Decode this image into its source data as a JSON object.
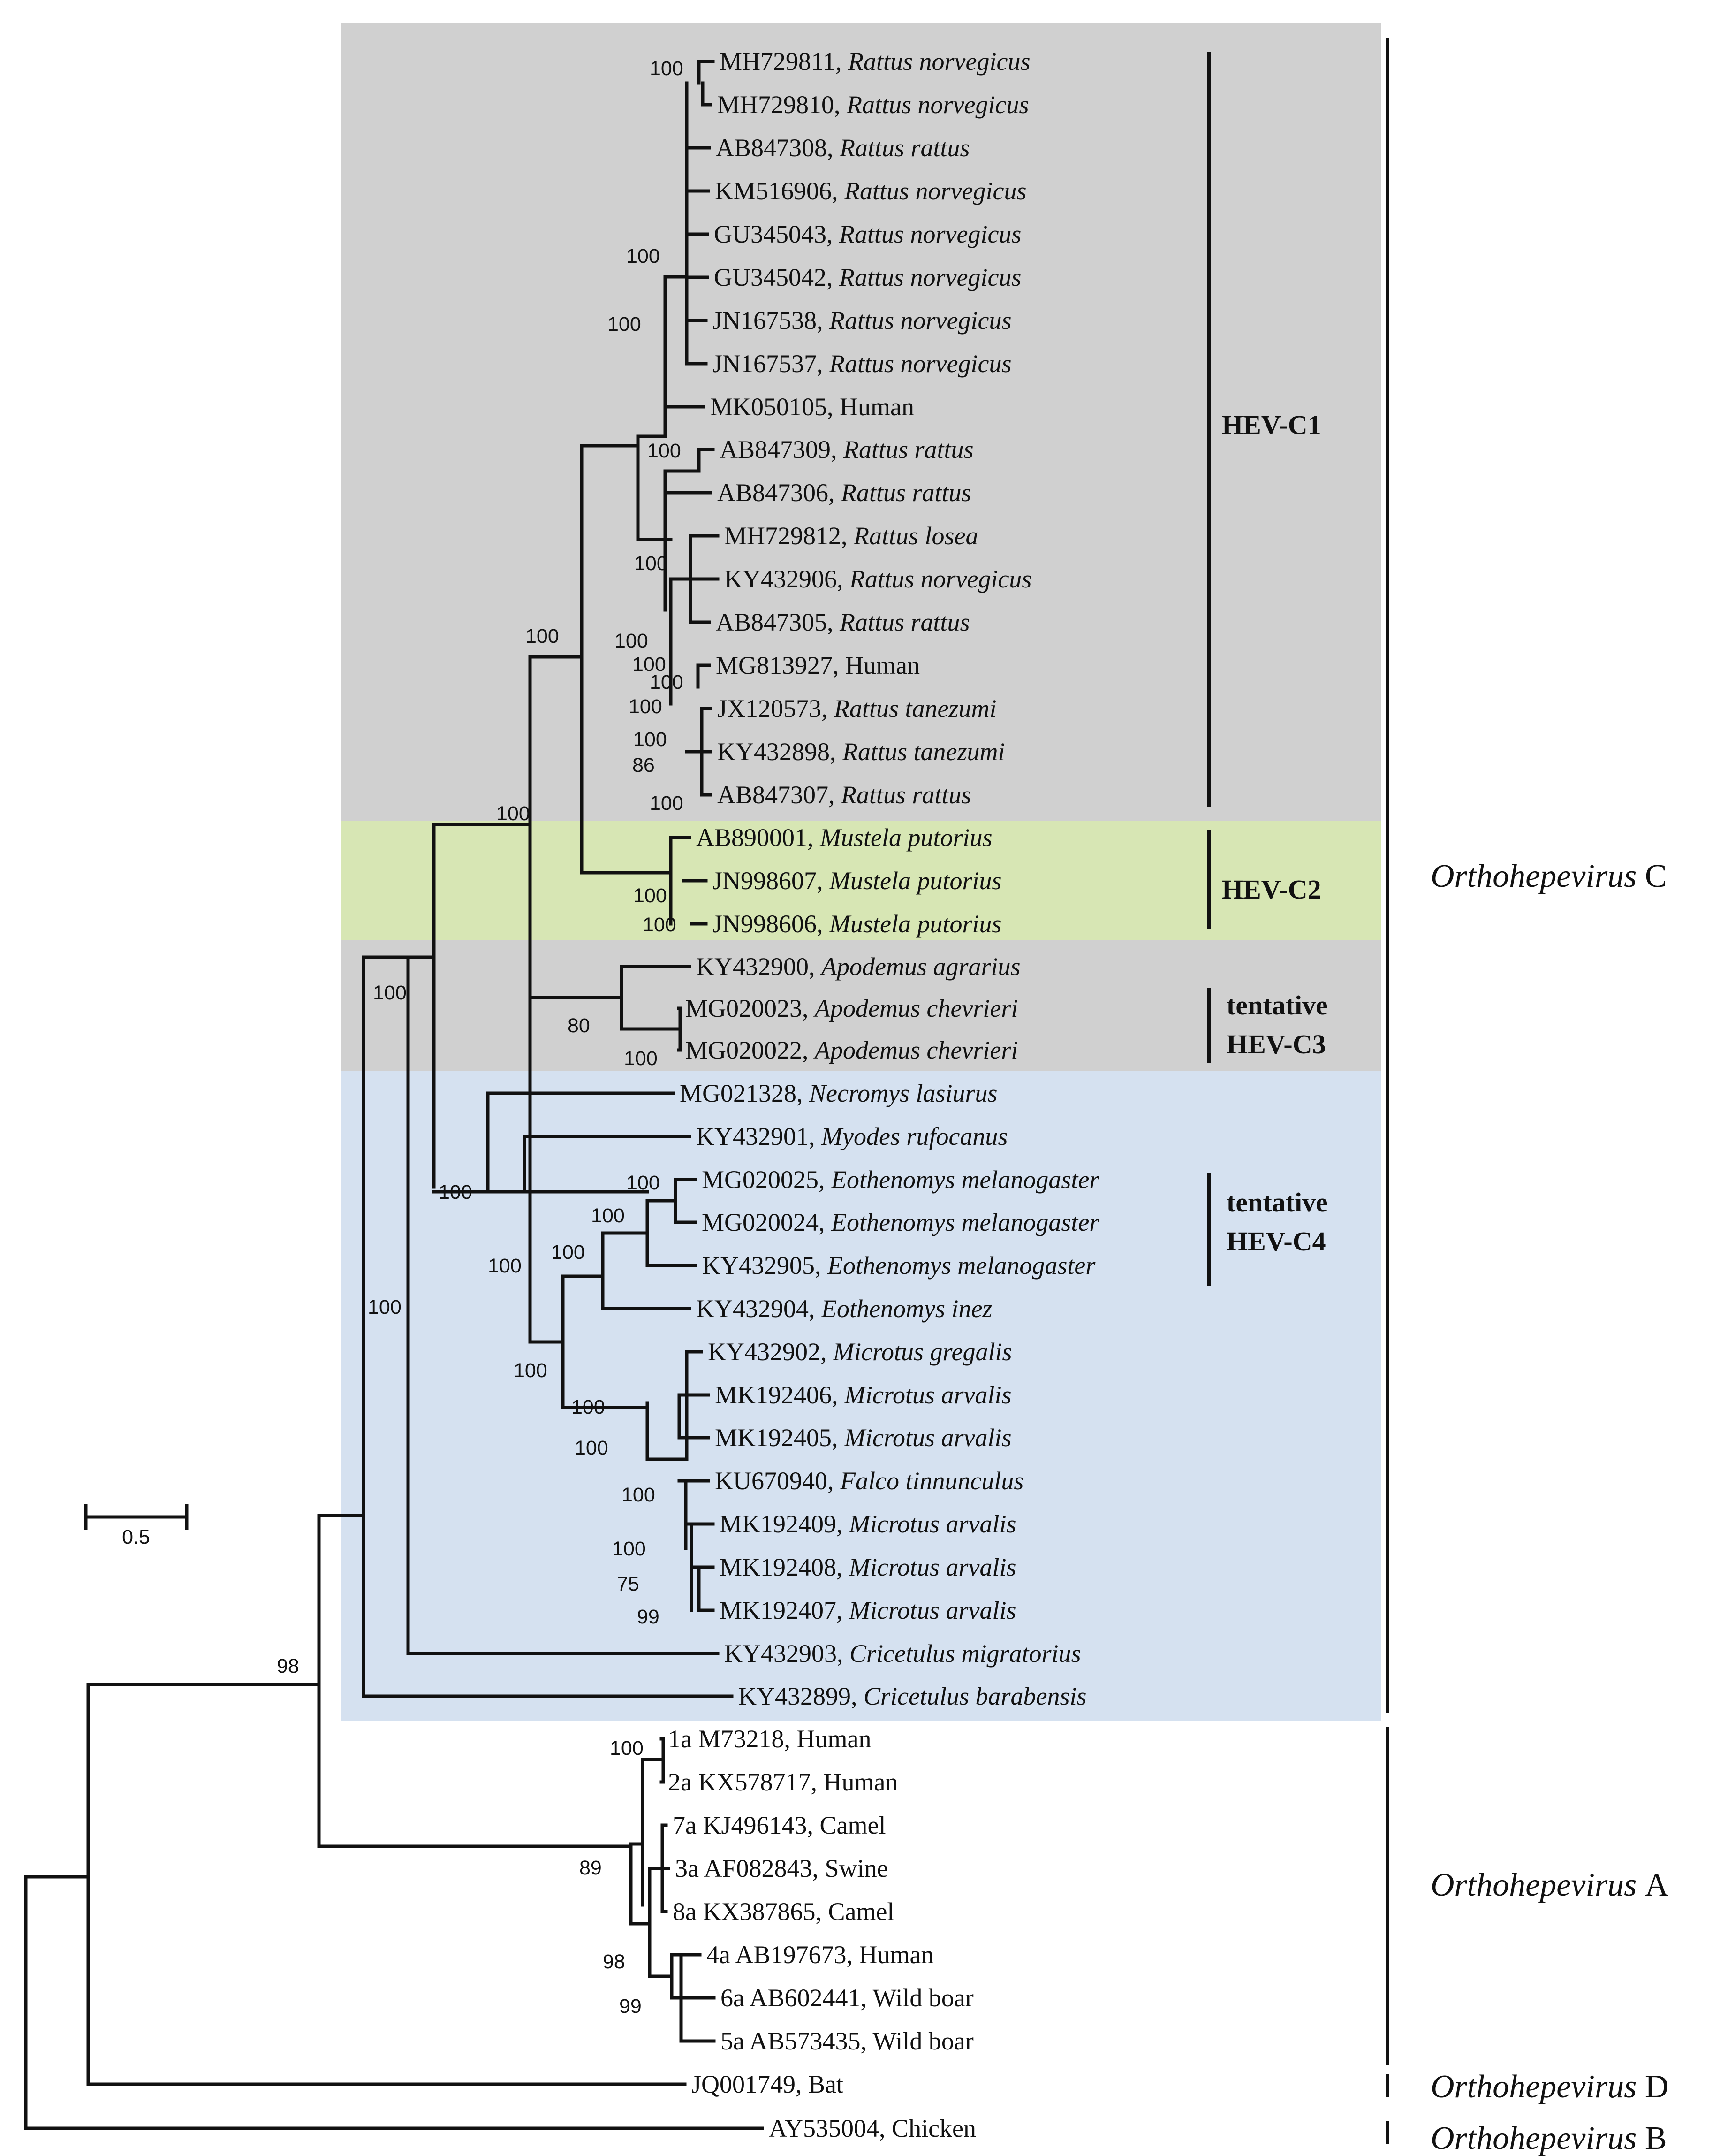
{
  "colors": {
    "hev_c1_bg": "#d0d0d0",
    "hev_c2_bg": "#d7e6b4",
    "hev_c3_bg": "#d0d0d0",
    "hev_c4_bg": "#d5e1f0",
    "line": "#111111"
  },
  "scale_bar": {
    "label": "0.5"
  },
  "tips": [
    {
      "acc": "MH729811",
      "host": "Rattus norvegicus",
      "host_italic": true
    },
    {
      "acc": "MH729810",
      "host": "Rattus norvegicus",
      "host_italic": true
    },
    {
      "acc": "AB847308",
      "host": "Rattus rattus",
      "host_italic": true
    },
    {
      "acc": "KM516906",
      "host": "Rattus norvegicus",
      "host_italic": true
    },
    {
      "acc": "GU345043",
      "host": "Rattus norvegicus",
      "host_italic": true
    },
    {
      "acc": "GU345042",
      "host": "Rattus norvegicus",
      "host_italic": true
    },
    {
      "acc": "JN167538",
      "host": "Rattus norvegicus",
      "host_italic": true
    },
    {
      "acc": "JN167537",
      "host": "Rattus norvegicus",
      "host_italic": true
    },
    {
      "acc": "MK050105",
      "host": "Human",
      "host_italic": false
    },
    {
      "acc": "AB847309",
      "host": "Rattus rattus",
      "host_italic": true
    },
    {
      "acc": "AB847306",
      "host": "Rattus rattus",
      "host_italic": true
    },
    {
      "acc": "MH729812",
      "host": "Rattus losea",
      "host_italic": true
    },
    {
      "acc": "KY432906",
      "host": "Rattus norvegicus",
      "host_italic": true
    },
    {
      "acc": "AB847305",
      "host": "Rattus rattus",
      "host_italic": true
    },
    {
      "acc": "MG813927",
      "host": "Human",
      "host_italic": false
    },
    {
      "acc": "JX120573",
      "host": "Rattus tanezumi",
      "host_italic": true
    },
    {
      "acc": "KY432898",
      "host": "Rattus tanezumi",
      "host_italic": true
    },
    {
      "acc": "AB847307",
      "host": "Rattus rattus",
      "host_italic": true
    },
    {
      "acc": "AB890001",
      "host": "Mustela putorius",
      "host_italic": true
    },
    {
      "acc": "JN998607",
      "host": "Mustela putorius",
      "host_italic": true
    },
    {
      "acc": "JN998606",
      "host": "Mustela putorius",
      "host_italic": true
    },
    {
      "acc": "KY432900",
      "host": "Apodemus agrarius",
      "host_italic": true
    },
    {
      "acc": "MG020023",
      "host": "Apodemus chevrieri",
      "host_italic": true
    },
    {
      "acc": "MG020022",
      "host": "Apodemus chevrieri",
      "host_italic": true
    },
    {
      "acc": "MG021328",
      "host": "Necromys lasiurus",
      "host_italic": true
    },
    {
      "acc": "KY432901",
      "host": "Myodes rufocanus",
      "host_italic": true
    },
    {
      "acc": "MG020025",
      "host": "Eothenomys melanogaster",
      "host_italic": true
    },
    {
      "acc": "MG020024",
      "host": "Eothenomys melanogaster",
      "host_italic": true
    },
    {
      "acc": "KY432905",
      "host": "Eothenomys melanogaster",
      "host_italic": true
    },
    {
      "acc": "KY432904",
      "host": "Eothenomys inez",
      "host_italic": true
    },
    {
      "acc": "KY432902",
      "host": "Microtus gregalis",
      "host_italic": true
    },
    {
      "acc": "MK192406",
      "host": "Microtus arvalis",
      "host_italic": true
    },
    {
      "acc": "MK192405",
      "host": "Microtus arvalis",
      "host_italic": true
    },
    {
      "acc": "KU670940",
      "host": "Falco tinnunculus",
      "host_italic": true
    },
    {
      "acc": "MK192409",
      "host": "Microtus arvalis",
      "host_italic": true
    },
    {
      "acc": "MK192408",
      "host": "Microtus arvalis",
      "host_italic": true
    },
    {
      "acc": "MK192407",
      "host": "Microtus arvalis",
      "host_italic": true
    },
    {
      "acc": "KY432903",
      "host": "Cricetulus migratorius",
      "host_italic": true
    },
    {
      "acc": "KY432899",
      "host": "Cricetulus barabensis",
      "host_italic": true
    },
    {
      "acc": "1a M73218",
      "host": "Human",
      "host_italic": false
    },
    {
      "acc": "2a KX578717",
      "host": "Human",
      "host_italic": false
    },
    {
      "acc": "7a KJ496143",
      "host": "Camel",
      "host_italic": false
    },
    {
      "acc": "3a AF082843",
      "host": "Swine",
      "host_italic": false
    },
    {
      "acc": "8a KX387865",
      "host": "Camel",
      "host_italic": false
    },
    {
      "acc": "4a AB197673",
      "host": "Human",
      "host_italic": false
    },
    {
      "acc": "6a AB602441",
      "host": "Wild boar",
      "host_italic": false
    },
    {
      "acc": "5a AB573435",
      "host": "Wild boar",
      "host_italic": false
    },
    {
      "acc": "JQ001749",
      "host": "Bat",
      "host_italic": false
    },
    {
      "acc": "AY535004",
      "host": "Chicken",
      "host_italic": false
    }
  ],
  "support_values": [
    "100",
    "100",
    "100",
    "100",
    "100",
    "100",
    "100",
    "100",
    "100",
    "100",
    "100",
    "86",
    "100",
    "100",
    "100",
    "100",
    "100",
    "80",
    "100",
    "100",
    "100",
    "100",
    "100",
    "100",
    "100",
    "100",
    "100",
    "100",
    "100",
    "75",
    "99",
    "100",
    "98",
    "100",
    "89",
    "98",
    "99"
  ],
  "clades": {
    "hev_c1": "HEV-C1",
    "hev_c2": "HEV-C2",
    "hev_c3_line1": "tentative",
    "hev_c3_line2": "HEV-C3",
    "hev_c4_line1": "tentative",
    "hev_c4_line2": "HEV-C4"
  },
  "genera": [
    {
      "italic": "Orthohepevirus",
      "letter": "C"
    },
    {
      "italic": "Orthohepevirus",
      "letter": "A"
    },
    {
      "italic": "Orthohepevirus",
      "letter": "D"
    },
    {
      "italic": "Orthohepevirus",
      "letter": "B"
    }
  ]
}
